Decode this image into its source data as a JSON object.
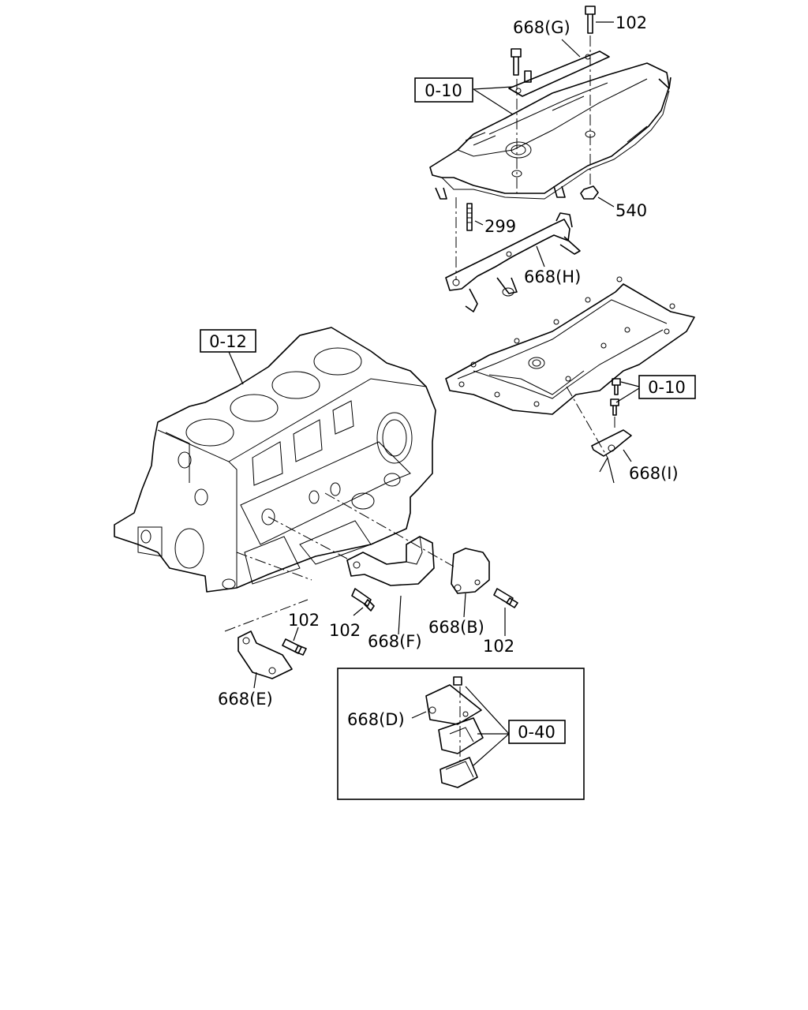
{
  "labels": {
    "p102_top": "102",
    "p668_G": "668(G)",
    "ref_010_top": "0-10",
    "p299": "299",
    "p540": "540",
    "p668_H": "668(H)",
    "ref_012": "0-12",
    "ref_010_right": "0-10",
    "p668_I": "668(I)",
    "p102_left": "102",
    "p102_mid": "102",
    "p668_E": "668(E)",
    "p668_F": "668(F)",
    "p668_B": "668(B)",
    "p102_right": "102",
    "p668_D": "668(D)",
    "ref_040": "0-40"
  }
}
